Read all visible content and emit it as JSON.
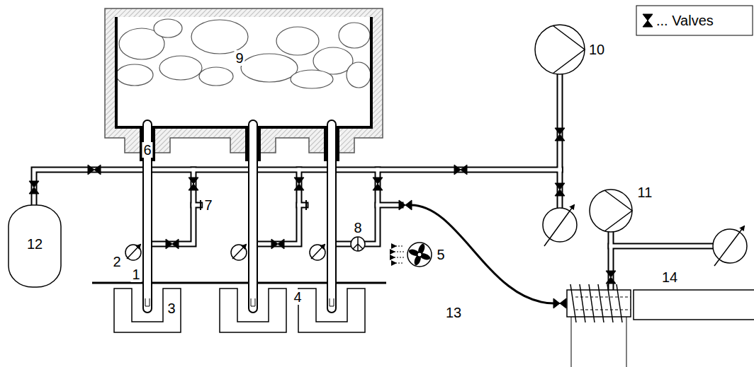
{
  "diagram": {
    "labels": [
      "1",
      "2",
      "3",
      "4",
      "5",
      "6",
      "7",
      "8",
      "9",
      "10",
      "11",
      "12",
      "13",
      "14"
    ],
    "legend": [
      {
        "text": "... Valves"
      }
    ]
  }
}
